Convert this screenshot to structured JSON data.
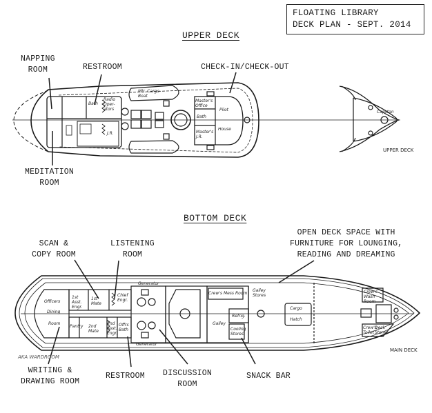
{
  "title": {
    "line1": "FLOATING LIBRARY",
    "line2": "DECK PLAN - SEPT. 2014"
  },
  "upper_deck": {
    "heading": "UPPER DECK",
    "bow_caption": "UPPER DECK",
    "labels": [
      {
        "id": "napping",
        "text": "NAPPING\nROOM"
      },
      {
        "id": "restroom",
        "text": "RESTROOM"
      },
      {
        "id": "checkin",
        "text": "CHECK-IN/CHECK-OUT"
      },
      {
        "id": "meditation",
        "text": "MEDITATION\nROOM"
      }
    ],
    "plan_text": {
      "bath": "Bath",
      "radio": "Radio Oper-ators",
      "jr": "J.R.",
      "mtr_cargo_boat": "Mtr. Cargo Boat",
      "masters_office": "Master's Office",
      "bath2": "Bath",
      "masters_jr": "Master's J.R.",
      "pilot": "Pilot",
      "house": "House",
      "capstan": "Capstan"
    }
  },
  "bottom_deck": {
    "heading": "BOTTOM DECK",
    "main_deck_caption": "MAIN DECK",
    "handwritten_note": "AKA WARDROOM",
    "labels": [
      {
        "id": "scan",
        "text": "SCAN &\nCOPY ROOM"
      },
      {
        "id": "listening",
        "text": "LISTENING\nROOM"
      },
      {
        "id": "open_deck",
        "text": "OPEN DECK SPACE WITH\nFURNITURE FOR LOUNGING,\nREADING AND DREAMING"
      },
      {
        "id": "writing",
        "text": "WRITING &\nDRAWING ROOM"
      },
      {
        "id": "restroom",
        "text": "RESTROOM"
      },
      {
        "id": "discussion",
        "text": "DISCUSSION\nROOM"
      },
      {
        "id": "snack",
        "text": "SNACK BAR"
      }
    ],
    "plan_text": {
      "officers": "Officers",
      "dining": "Dining",
      "room": "Room",
      "first_asst_engr": "1st Asst. Engr.",
      "first_mate": "1st Mate",
      "chief_engr": "Chief Engr.",
      "pantry": "Pantry",
      "second_mate": "2nd Mate",
      "second_asst_engr": "2nd Asst. Engr.",
      "offrs_bath": "Offrs Bath",
      "generator_top": "Generator",
      "generator_bottom": "Generator",
      "crews_mess_room": "Crew's Mess Room",
      "galley_stores": "Galley Stores",
      "galley": "Galley",
      "refrig": "Refrig.",
      "cooling_stores": "Cooling Stores",
      "cargo": "Cargo",
      "hatch": "Hatch",
      "crews_wash_room": "Crew's Wash Room",
      "crews_toilet": "Crew's Toilet",
      "deck_stores": "Deck Stores"
    }
  }
}
